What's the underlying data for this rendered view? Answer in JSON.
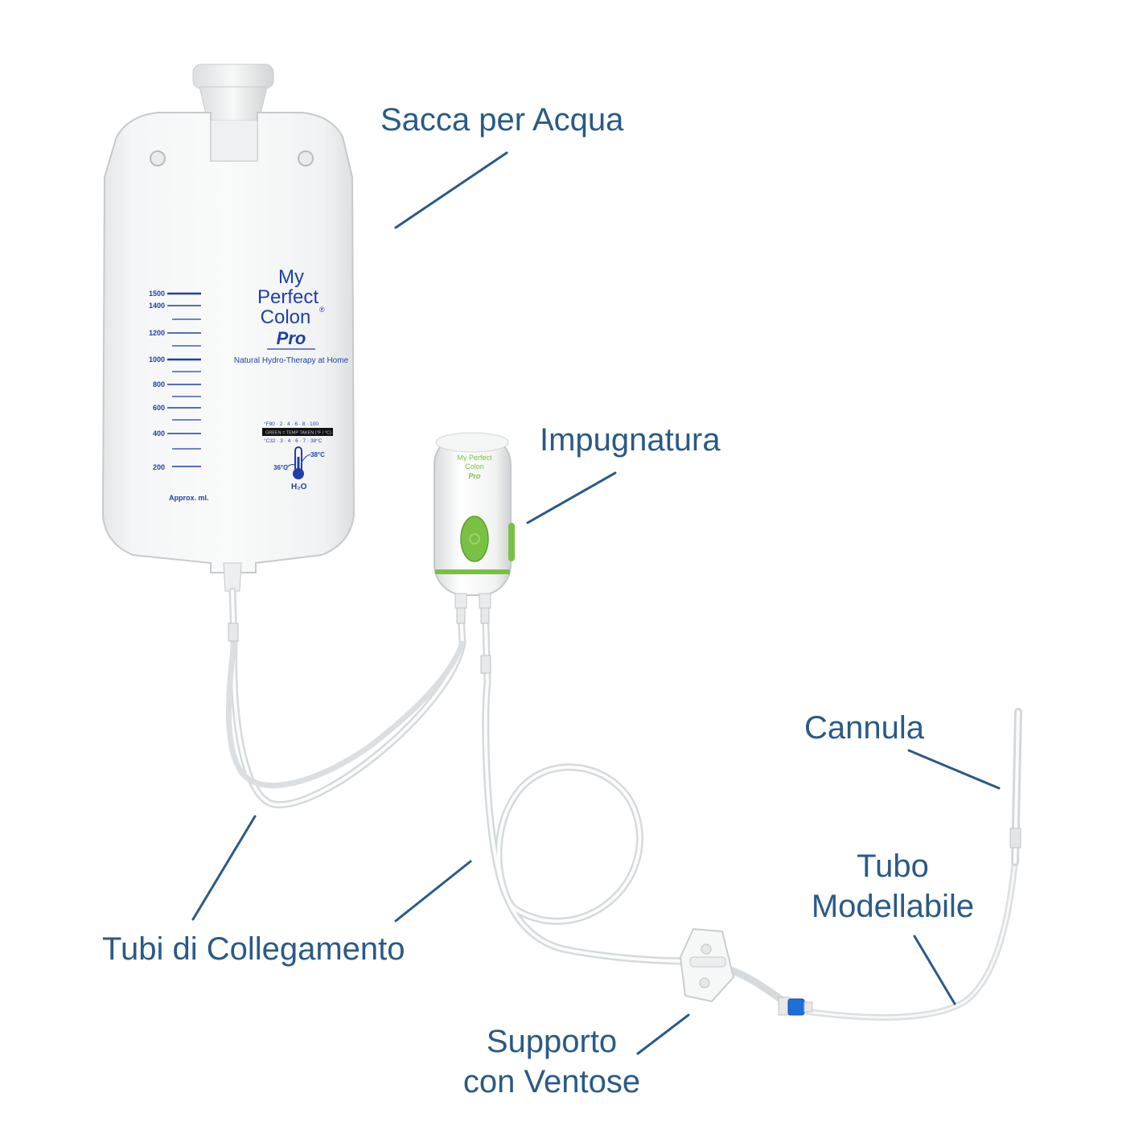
{
  "colors": {
    "label": "#2a5a86",
    "leader": "#2a5a86",
    "bag_print": "#1f3fa8",
    "accent_green": "#7ac143",
    "connector_blue": "#1e6fd9"
  },
  "labels": {
    "bag": "Sacca per Acqua",
    "handle": "Impugnatura",
    "cannula": "Cannula",
    "tube_line1": "Tubo",
    "tube_line2": "Modellabile",
    "connecting_tubes": "Tubi di Collegamento",
    "support_line1": "Supporto",
    "support_line2": "con Ventose"
  },
  "bag": {
    "brand_line1": "My",
    "brand_line2": "Perfect",
    "brand_line3": "Colon",
    "brand_mark": "®",
    "brand_pro": "Pro",
    "tagline": "Natural Hydro-Therapy at Home",
    "scale_marks": [
      "1500",
      "1400",
      "1200",
      "1000",
      "800",
      "600",
      "400",
      "200"
    ],
    "scale_unit": "Approx. ml.",
    "thermo_low": "36°C",
    "thermo_high": "38°C",
    "thermo_water": "H₂O",
    "strip_top": "°F90 · 2 · 4 · 6 · 8 · 100",
    "strip_mid": "GREEN = TEMP TAKEN (°F / °C)",
    "strip_bottom": "°C32 · 3 · 4 · 6 · 7 · 38°C"
  },
  "handle": {
    "brand_line1": "My Perfect",
    "brand_line2": "Colon",
    "brand_pro": "Pro"
  }
}
